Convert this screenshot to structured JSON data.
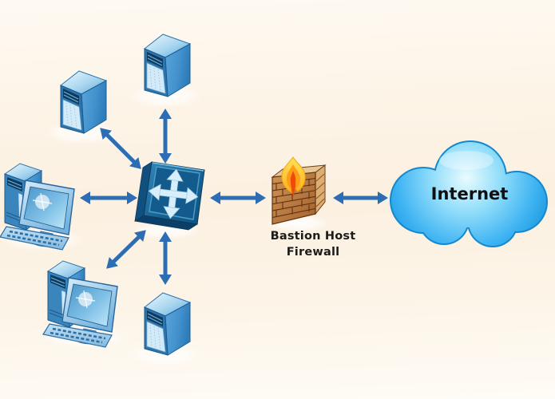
{
  "diagram": {
    "type": "network-topology",
    "labels": {
      "firewall_line1": "Bastion Host",
      "firewall_line2": "Firewall",
      "internet": "Internet"
    },
    "nodes": [
      {
        "id": "server-top-left",
        "type": "server"
      },
      {
        "id": "server-top",
        "type": "server"
      },
      {
        "id": "workstation-left",
        "type": "workstation"
      },
      {
        "id": "workstation-bottom-left",
        "type": "workstation"
      },
      {
        "id": "server-bottom",
        "type": "server"
      },
      {
        "id": "lan-switch",
        "type": "switch"
      },
      {
        "id": "bastion-firewall",
        "type": "firewall",
        "label": "Bastion Host Firewall"
      },
      {
        "id": "internet-cloud",
        "type": "cloud",
        "label": "Internet"
      }
    ],
    "connections": [
      {
        "from": "server-top",
        "to": "lan-switch",
        "bidirectional": true
      },
      {
        "from": "server-top-left",
        "to": "lan-switch",
        "bidirectional": true
      },
      {
        "from": "workstation-left",
        "to": "lan-switch",
        "bidirectional": true
      },
      {
        "from": "workstation-bottom-left",
        "to": "lan-switch",
        "bidirectional": true
      },
      {
        "from": "server-bottom",
        "to": "lan-switch",
        "bidirectional": true
      },
      {
        "from": "lan-switch",
        "to": "bastion-firewall",
        "bidirectional": true
      },
      {
        "from": "bastion-firewall",
        "to": "internet-cloud",
        "bidirectional": true
      }
    ],
    "colors": {
      "background_top": "#fefaf2",
      "background_mid": "#fcf0e0",
      "background_bottom": "#fefcf6",
      "arrow": "#2d6db3",
      "device_blue": "#4196d1",
      "switch_face": "#15608f",
      "firewall_brick": "#bd7e44",
      "flame_orange": "#ff9d1a",
      "cloud_blue": "#3ab4f2",
      "label_text": "#1b1b1b"
    }
  }
}
